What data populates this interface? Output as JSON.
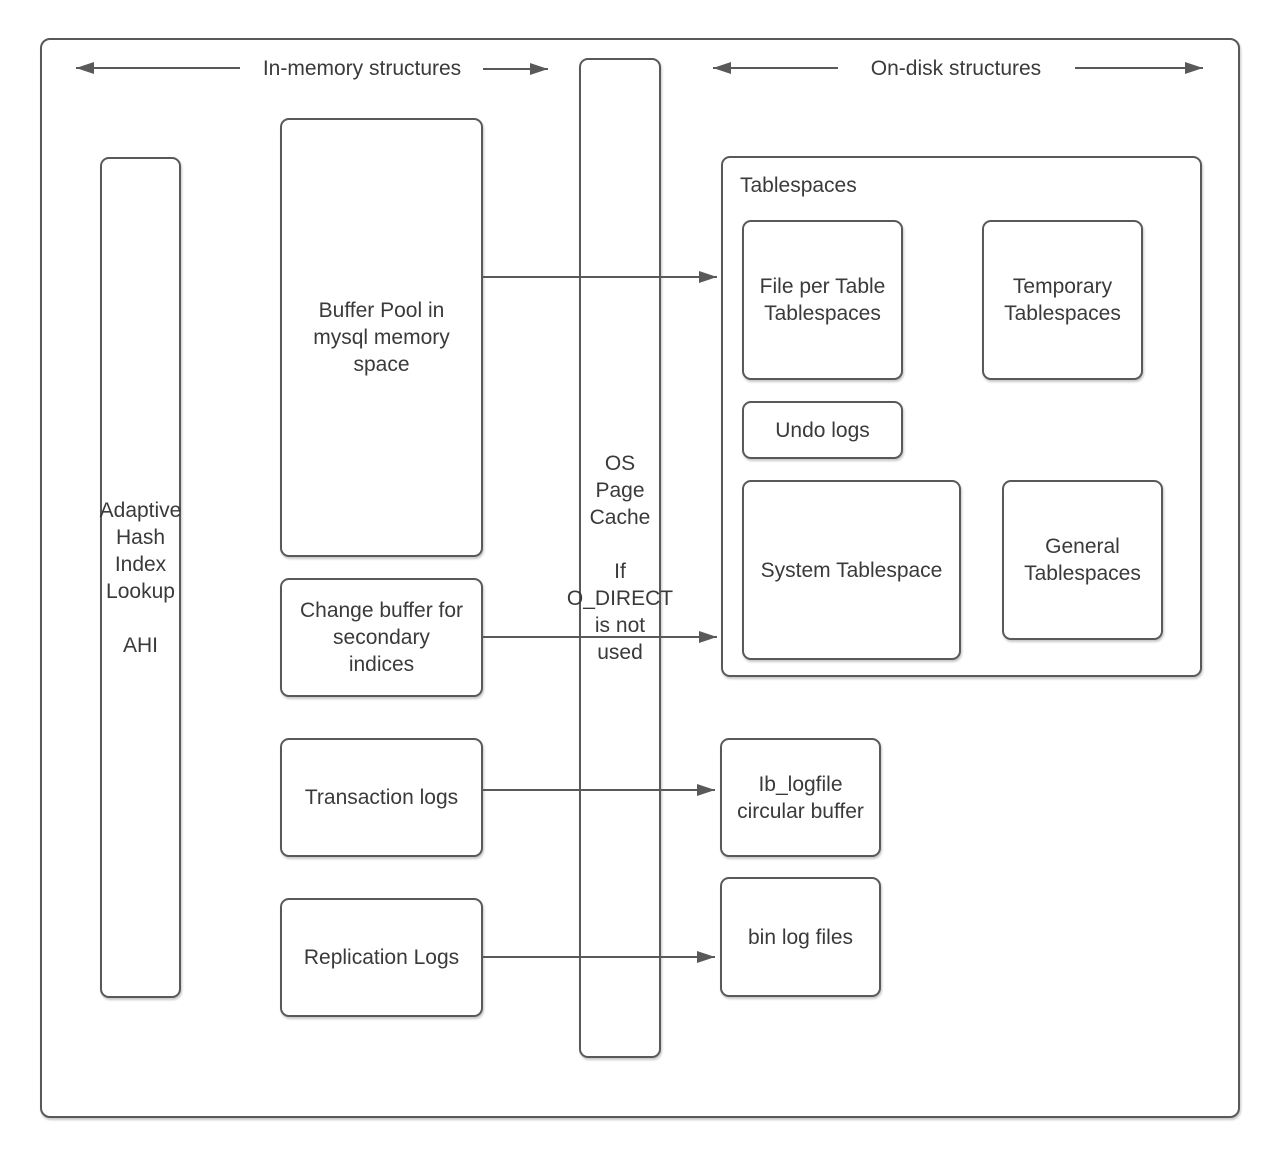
{
  "colors": {
    "stroke": "#595959",
    "text": "#3a3a3a",
    "background": "#ffffff"
  },
  "headers": {
    "in_memory": {
      "label": "In-memory structures"
    },
    "on_disk": {
      "label": "On-disk structures"
    }
  },
  "in_memory": {
    "ahi": {
      "label": "Adaptive\nHash\nIndex\nLookup\n\nAHI"
    },
    "buffer_pool": {
      "label": "Buffer Pool in\nmysql memory\nspace"
    },
    "change_buffer": {
      "label": "Change buffer for\nsecondary\nindices"
    },
    "transaction_logs": {
      "label": "Transaction logs"
    },
    "replication_logs": {
      "label": "Replication Logs"
    }
  },
  "os_page_cache": {
    "label": "OS\nPage\nCache\n\nIf\nO_DIRECT\nis not\nused"
  },
  "on_disk": {
    "tablespaces": {
      "title": "Tablespaces",
      "file_per_table": {
        "label": "File per Table\nTablespaces"
      },
      "temporary": {
        "label": "Temporary\nTablespaces"
      },
      "undo_logs": {
        "label": "Undo logs"
      },
      "system": {
        "label": "System Tablespace"
      },
      "general": {
        "label": "General\nTablespaces"
      }
    },
    "ib_logfile": {
      "label": "Ib_logfile\ncircular buffer"
    },
    "bin_log": {
      "label": "bin log files"
    }
  }
}
